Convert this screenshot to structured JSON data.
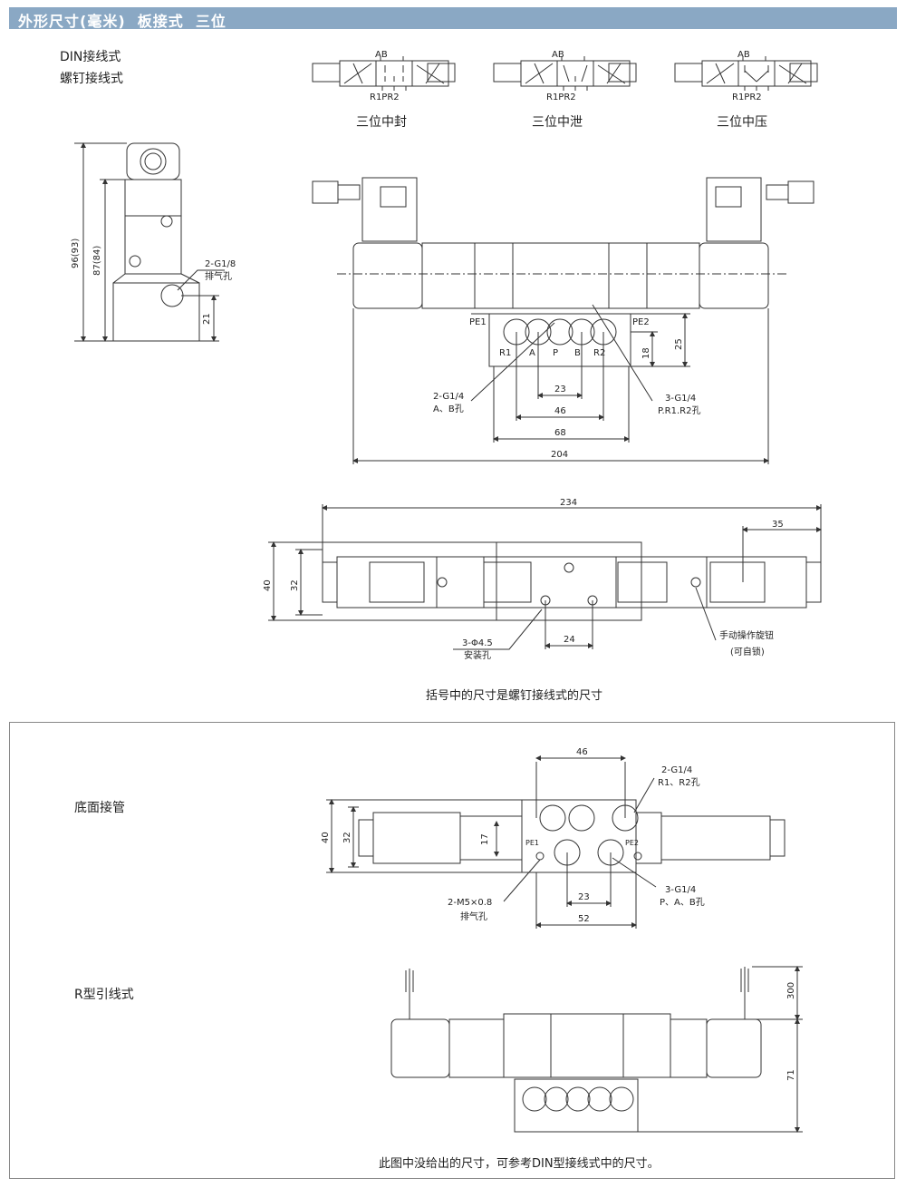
{
  "header": {
    "title": "外形尺寸(毫米)  板接式  三位"
  },
  "labels": {
    "din": "DIN接线式",
    "screw": "螺钉接线式",
    "bottom": "底面接管",
    "rtype": "R型引线式",
    "note_top": "括号中的尺寸是螺钉接线式的尺寸",
    "note_bottom": "此图中没给出的尺寸，可参考DIN型接线式中的尺寸。"
  },
  "symbols": [
    {
      "title": "三位中封",
      "ab": "AB",
      "ports": "R1PR2"
    },
    {
      "title": "三位中泄",
      "ab": "AB",
      "ports": "R1PR2"
    },
    {
      "title": "三位中压",
      "ab": "AB",
      "ports": "R1PR2"
    }
  ],
  "side_view": {
    "dim_96": "96(93)",
    "dim_87": "87(84)",
    "dim_21": "21",
    "exhaust_spec": "2-G1/8",
    "exhaust_name": "排气孔"
  },
  "front_view": {
    "pe1": "PE1",
    "pe2": "PE2",
    "ports": [
      "R1",
      "A",
      "P",
      "B",
      "R2"
    ],
    "ab_spec": "2-G1/4",
    "ab_name": "A、B孔",
    "pr_spec": "3-G1/4",
    "pr_name": "P.R1.R2孔",
    "dim_23": "23",
    "dim_46": "46",
    "dim_68": "68",
    "dim_204": "204",
    "dim_18": "18",
    "dim_25": "25"
  },
  "top_view": {
    "dim_234": "234",
    "dim_35": "35",
    "dim_40": "40",
    "dim_32": "32",
    "dim_24": "24",
    "mount_spec": "3-Φ4.5",
    "mount_name": "安装孔",
    "manual_name": "手动操作旋钮",
    "manual_note": "(可自锁)"
  },
  "bottom_view": {
    "dim_46": "46",
    "dim_40": "40",
    "dim_32": "32",
    "dim_17": "17",
    "dim_23": "23",
    "dim_52": "52",
    "pe1": "PE1",
    "pe2": "PE2",
    "r_spec": "2-G1/4",
    "r_name": "R1、R2孔",
    "p_spec": "3-G1/4",
    "p_name": "P、A、B孔",
    "m5_spec": "2-M5×0.8",
    "m5_name": "排气孔"
  },
  "rtype_view": {
    "dim_300": "300",
    "dim_71": "71"
  }
}
